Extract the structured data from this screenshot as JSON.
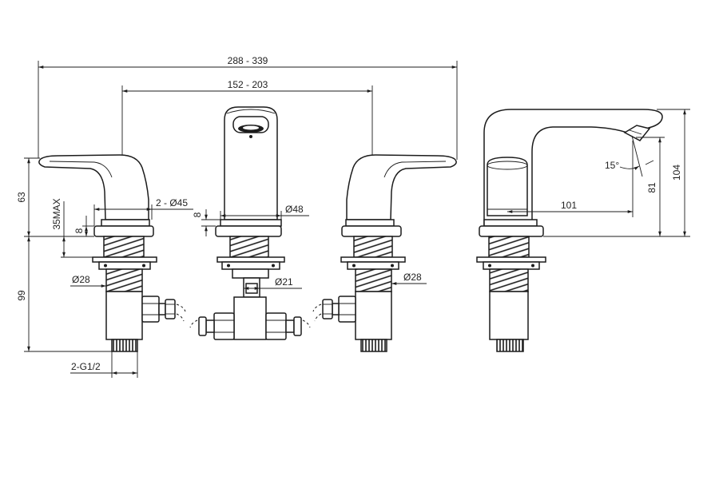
{
  "colors": {
    "line": "#1c1c1c",
    "background": "#ffffff"
  },
  "dimensions": {
    "overall_width": "288 - 339",
    "center_spacing": "152 - 203",
    "handle_height": "63",
    "deck_thickness_max": "35MAX",
    "handle_base_height": "8",
    "handle_base_diameter": "2 - Ø45",
    "spout_base_height": "8",
    "spout_base_diameter": "Ø48",
    "left_shank_diameter": "Ø28",
    "shank_length": "99",
    "spout_shank_diameter": "Ø21",
    "right_shank_diameter": "Ø28",
    "inlet_thread": "2-G1/2",
    "spout_angle": "15°",
    "spout_reach": "101",
    "spout_outlet_height": "81",
    "spout_total_height": "104"
  }
}
